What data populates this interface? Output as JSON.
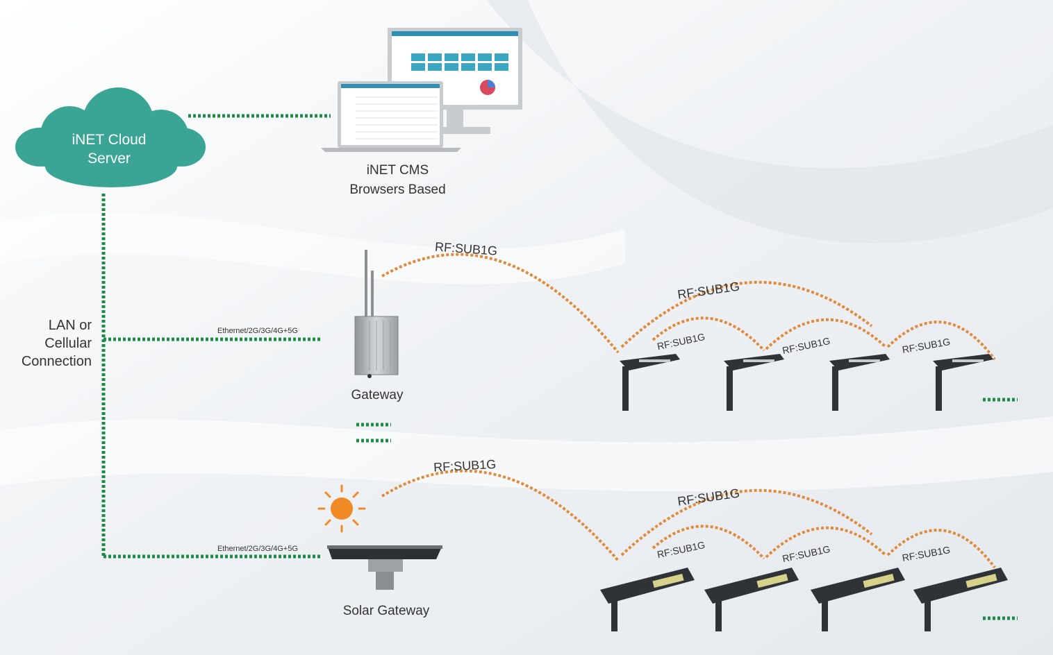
{
  "cloud": {
    "line1": "iNET Cloud",
    "line2": "Server"
  },
  "cms": {
    "line1": "iNET CMS",
    "line2": "Browsers Based"
  },
  "connection": {
    "line1": "LAN or",
    "line2": "Cellular",
    "line3": "Connection"
  },
  "gateway": {
    "label": "Gateway",
    "link_label": "Ethernet/2G/3G/4G+5G",
    "rf_label": "RF:SUB1G"
  },
  "solar_gateway": {
    "label": "Solar Gateway",
    "link_label": "Ethernet/2G/3G/4G+5G",
    "rf_label": "RF:SUB1G"
  },
  "mesh": {
    "long_label": "RF:SUB1G",
    "short_labels": [
      "RF:SUB1G",
      "RF:SUB1G",
      "RF:SUB1G"
    ]
  },
  "colors": {
    "cloud": "#3aa595",
    "wired_link": "#1d8a45",
    "rf_link": "#e08a3a",
    "sun": "#f08a24"
  }
}
